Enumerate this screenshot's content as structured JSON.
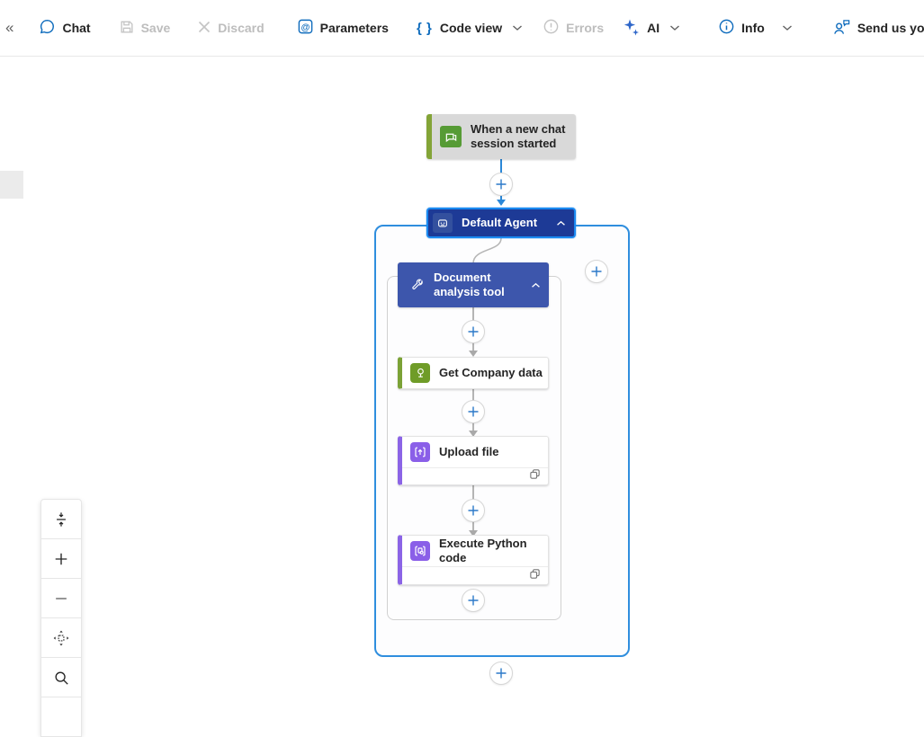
{
  "toolbar": {
    "collapse_icon": "«",
    "chat_label": "Chat",
    "save_label": "Save",
    "discard_label": "Discard",
    "parameters_label": "Parameters",
    "code_view_label": "Code view",
    "errors_label": "Errors",
    "ai_label": "AI",
    "info_label": "Info",
    "feedback_label": "Send us your feedback"
  },
  "canvas": {
    "trigger": {
      "label": "When a new chat session started"
    },
    "agent": {
      "label": "Default Agent"
    },
    "tool": {
      "label": "Document analysis tool"
    },
    "actions": [
      {
        "label": "Get Company data"
      },
      {
        "label": "Upload file"
      },
      {
        "label": "Execute Python code"
      }
    ]
  },
  "colors": {
    "accent_blue": "#0f6cbd",
    "selection_blue": "#1a89f0",
    "agent_navy": "#1d3a96",
    "tool_blue": "#3d56ac",
    "trigger_green": "#569b35",
    "stripe_olive": "#83a437",
    "action_green": "#6f9c28",
    "action_purple": "#8a5fe8",
    "connector_blue": "#2b88d8",
    "connector_gray": "#b5b5b5",
    "disabled_gray": "#bdbdbd"
  }
}
